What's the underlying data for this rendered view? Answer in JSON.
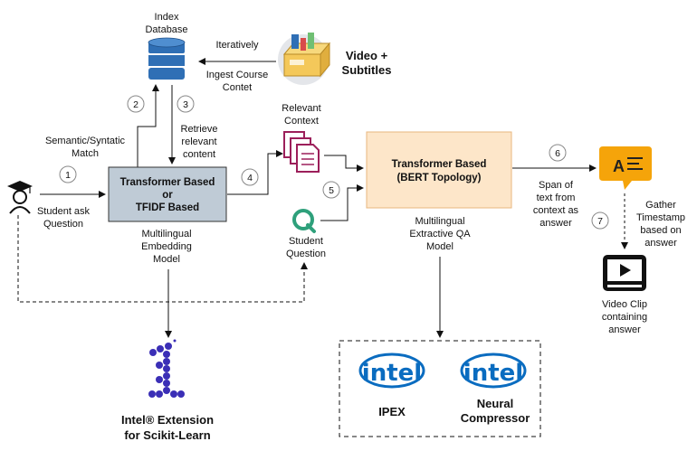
{
  "nodes": {
    "index_db": [
      "Index",
      "Database"
    ],
    "video": [
      "Video +",
      "Subtitles"
    ],
    "embed_box": [
      "Transformer Based",
      "or",
      "TFIDF Based"
    ],
    "embed_model": [
      "Multilingual",
      "Embedding",
      "Model"
    ],
    "bert_box": [
      "Transformer Based",
      "(BERT Topology)"
    ],
    "qa_model": [
      "Multilingual",
      "Extractive QA",
      "Model"
    ],
    "relevant_context": [
      "Relevant",
      "Context"
    ],
    "student_question": [
      "Student",
      "Question"
    ],
    "student_ask": [
      "Student ask",
      "Question"
    ],
    "video_clip": [
      "Video Clip",
      "containing",
      "answer"
    ],
    "scikit": [
      "Intel® Extension",
      "for Scikit-Learn"
    ],
    "ipex": "IPEX",
    "neural": [
      "Neural",
      "Compressor"
    ],
    "intel_logo_text": "intel"
  },
  "edges": {
    "iteratively": "Iteratively",
    "ingest": [
      "Ingest Course",
      "Contet"
    ],
    "semantic": [
      "Semantic/Syntatic",
      "Match"
    ],
    "retrieve": [
      "Retrieve",
      "relevant",
      "content"
    ],
    "span": [
      "Span of",
      "text from",
      "context as",
      "answer"
    ],
    "gather": [
      "Gather",
      "Timestamp",
      "based on",
      "answer"
    ]
  },
  "steps": [
    "1",
    "2",
    "3",
    "4",
    "5",
    "6",
    "7"
  ],
  "icons": {
    "student": "graduate-icon",
    "database": "database-icon",
    "video_box": "video-box-icon",
    "documents": "documents-icon",
    "q_logo": "q-logo-icon",
    "answer": "answer-bubble-icon",
    "video_player": "video-player-icon",
    "scikit_logo": "intel-one-logo-icon"
  },
  "colors": {
    "embed_fill": "#bfcbd6",
    "bert_fill": "#fde6c9",
    "bert_border": "#e8b77f",
    "db_blue": "#2f6fb5",
    "intel_blue": "#0a6cc0",
    "doc_magenta": "#9c1f5a",
    "q_green": "#2ea07b",
    "bubble_orange": "#f5a40a",
    "scikit_purple": "#3b2fb6"
  }
}
